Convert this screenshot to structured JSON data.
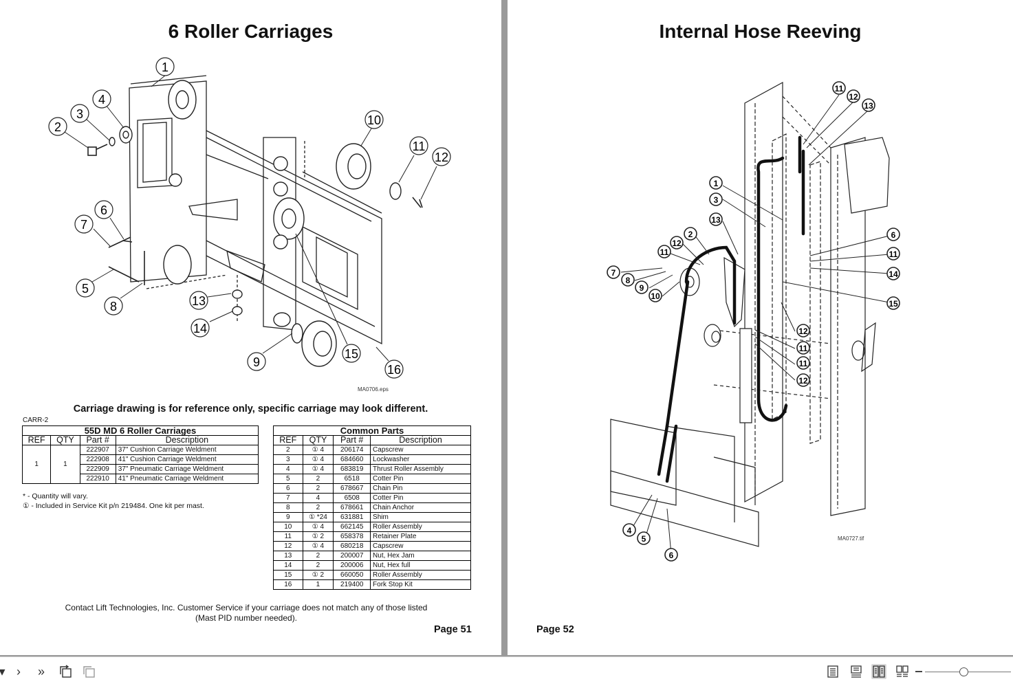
{
  "left_page": {
    "title": "6 Roller Carriages",
    "figure_code": "MA0706.eps",
    "callouts": [
      "1",
      "2",
      "3",
      "4",
      "5",
      "6",
      "7",
      "8",
      "9",
      "10",
      "11",
      "12",
      "13",
      "14",
      "15",
      "16"
    ],
    "note": "Carriage drawing is for reference only, specific carriage may look different.",
    "doc_code": "CARR-2",
    "carriage_table": {
      "caption": "55D MD 6 Roller Carriages",
      "headers": [
        "REF",
        "QTY",
        "Part #",
        "Description"
      ],
      "ref": "1",
      "qty": "1",
      "rows": [
        {
          "part": "222907",
          "desc": "37\" Cushion Carriage Weldment"
        },
        {
          "part": "222908",
          "desc": "41\" Cushion Carriage Weldment"
        },
        {
          "part": "222909",
          "desc": "37\" Pneumatic Carriage Weldment"
        },
        {
          "part": "222910",
          "desc": "41\" Pneumatic Carriage Weldment"
        }
      ]
    },
    "footnote_1": "* - Quantity will vary.",
    "footnote_2": "① - Included in Service Kit p/n 219484. One kit per mast.",
    "common_table": {
      "caption": "Common Parts",
      "headers": [
        "REF",
        "QTY",
        "Part #",
        "Description"
      ],
      "rows": [
        {
          "ref": "2",
          "qty": "① 4",
          "part": "206174",
          "desc": "Capscrew"
        },
        {
          "ref": "3",
          "qty": "① 4",
          "part": "684660",
          "desc": "Lockwasher"
        },
        {
          "ref": "4",
          "qty": "① 4",
          "part": "683819",
          "desc": "Thrust Roller Assembly"
        },
        {
          "ref": "5",
          "qty": "2",
          "part": "6518",
          "desc": "Cotter Pin"
        },
        {
          "ref": "6",
          "qty": "2",
          "part": "678667",
          "desc": "Chain Pin"
        },
        {
          "ref": "7",
          "qty": "4",
          "part": "6508",
          "desc": "Cotter Pin"
        },
        {
          "ref": "8",
          "qty": "2",
          "part": "678661",
          "desc": "Chain Anchor"
        },
        {
          "ref": "9",
          "qty": "① *24",
          "part": "631881",
          "desc": "Shim"
        },
        {
          "ref": "10",
          "qty": "① 4",
          "part": "662145",
          "desc": "Roller Assembly"
        },
        {
          "ref": "11",
          "qty": "① 2",
          "part": "658378",
          "desc": "Retainer Plate"
        },
        {
          "ref": "12",
          "qty": "① 4",
          "part": "680218",
          "desc": "Capscrew"
        },
        {
          "ref": "13",
          "qty": "2",
          "part": "200007",
          "desc": "Nut, Hex Jam"
        },
        {
          "ref": "14",
          "qty": "2",
          "part": "200006",
          "desc": "Nut, Hex full"
        },
        {
          "ref": "15",
          "qty": "① 2",
          "part": "660050",
          "desc": "Roller Assembly"
        },
        {
          "ref": "16",
          "qty": "1",
          "part": "219400",
          "desc": "Fork Stop Kit"
        }
      ]
    },
    "contact_line_1": "Contact Lift Technologies, Inc.  Customer Service if your  carriage does not match any of those listed",
    "contact_line_2": "(Mast PID number needed).",
    "page_number": "Page 51"
  },
  "right_page": {
    "title": "Internal Hose Reeving",
    "figure_code": "MA0727.tif",
    "callouts": [
      "11",
      "12",
      "13",
      "1",
      "3",
      "13",
      "2",
      "12",
      "11",
      "7",
      "8",
      "9",
      "10",
      "6",
      "11",
      "14",
      "15",
      "12",
      "11",
      "11",
      "12",
      "4",
      "5",
      "6"
    ],
    "page_number": "Page 52"
  },
  "toolbar": {
    "icons": [
      "previous-page-icon",
      "next-page-icon",
      "last-page-icon",
      "rotate-view-icon",
      "rotate-view-alt-icon",
      "single-page-icon",
      "continuous-page-icon",
      "two-page-icon",
      "two-page-continuous-icon"
    ],
    "glyphs": {
      "prev": "▾",
      "next": "›",
      "last": "»",
      "single": "☰",
      "continuous": "≡",
      "two": "◫",
      "twocont": "▦"
    },
    "zoom_level": 0.45
  }
}
